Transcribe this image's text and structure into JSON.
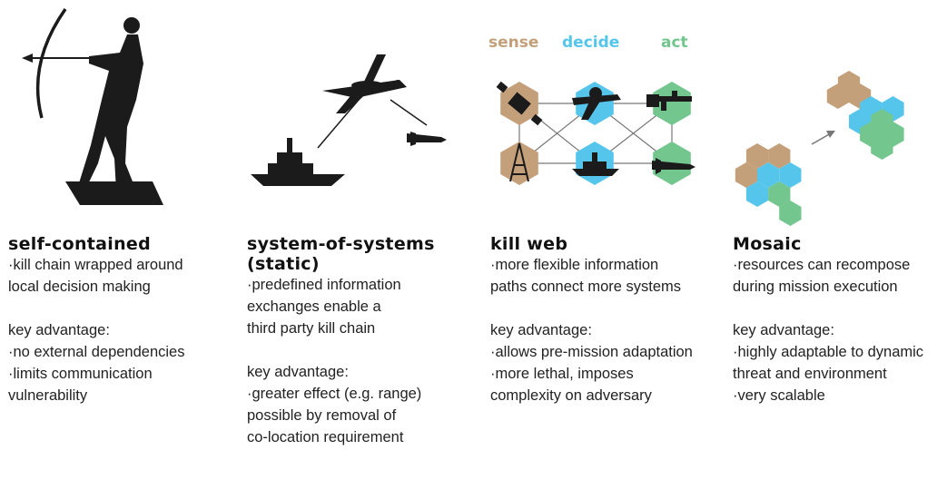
{
  "header": {
    "sense": "sense",
    "decide": "decide",
    "act": "act"
  },
  "colors": {
    "sense": "#c4a07a",
    "decide": "#56c5ec",
    "act": "#72c68e",
    "silhouette": "#1b1b1b",
    "link": "#777777"
  },
  "icons": [
    "archer-statue-icon",
    "awacs-aircraft-icon",
    "warship-icon",
    "missile-icon",
    "satellite-icon",
    "radar-tower-icon",
    "drone-icon",
    "rifle-icon",
    "hex-cluster-icon",
    "arrow-icon"
  ],
  "columns": [
    {
      "title_lines": [
        "self-contained"
      ],
      "desc_lines": [
        "·kill chain wrapped around",
        "local decision making"
      ],
      "adv_lines": [
        "key advantage:",
        "·no external dependencies",
        "·limits communication",
        "vulnerability"
      ]
    },
    {
      "title_lines": [
        "system-of-systems",
        "(static)"
      ],
      "desc_lines": [
        "·predefined information",
        "exchanges enable a",
        "third party kill chain"
      ],
      "adv_lines": [
        "key advantage:",
        "·greater effect (e.g. range)",
        "possible by removal of",
        "co-location requirement"
      ]
    },
    {
      "title_lines": [
        "kill web"
      ],
      "desc_lines": [
        "·more flexible information",
        "paths connect more systems"
      ],
      "adv_lines": [
        "key advantage:",
        "·allows pre-mission adaptation",
        "·more lethal, imposes",
        "complexity on adversary"
      ]
    },
    {
      "title_lines": [
        "Mosaic"
      ],
      "desc_lines": [
        "·resources can recompose",
        "during mission execution"
      ],
      "adv_lines": [
        "key advantage:",
        "·highly adaptable to dynamic",
        "threat and environment",
        "·very scalable"
      ]
    }
  ]
}
